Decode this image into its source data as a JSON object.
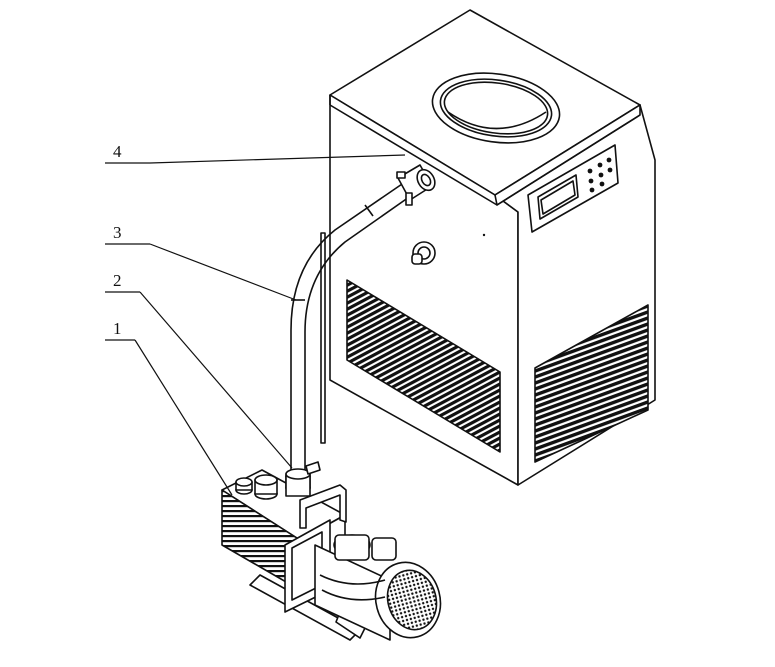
{
  "figure": {
    "callouts": [
      {
        "id": "1",
        "label": "1"
      },
      {
        "id": "2",
        "label": "2"
      },
      {
        "id": "3",
        "label": "3"
      },
      {
        "id": "4",
        "label": "4"
      }
    ],
    "stroke_color": "#111111",
    "fill_color": "#ffffff"
  }
}
